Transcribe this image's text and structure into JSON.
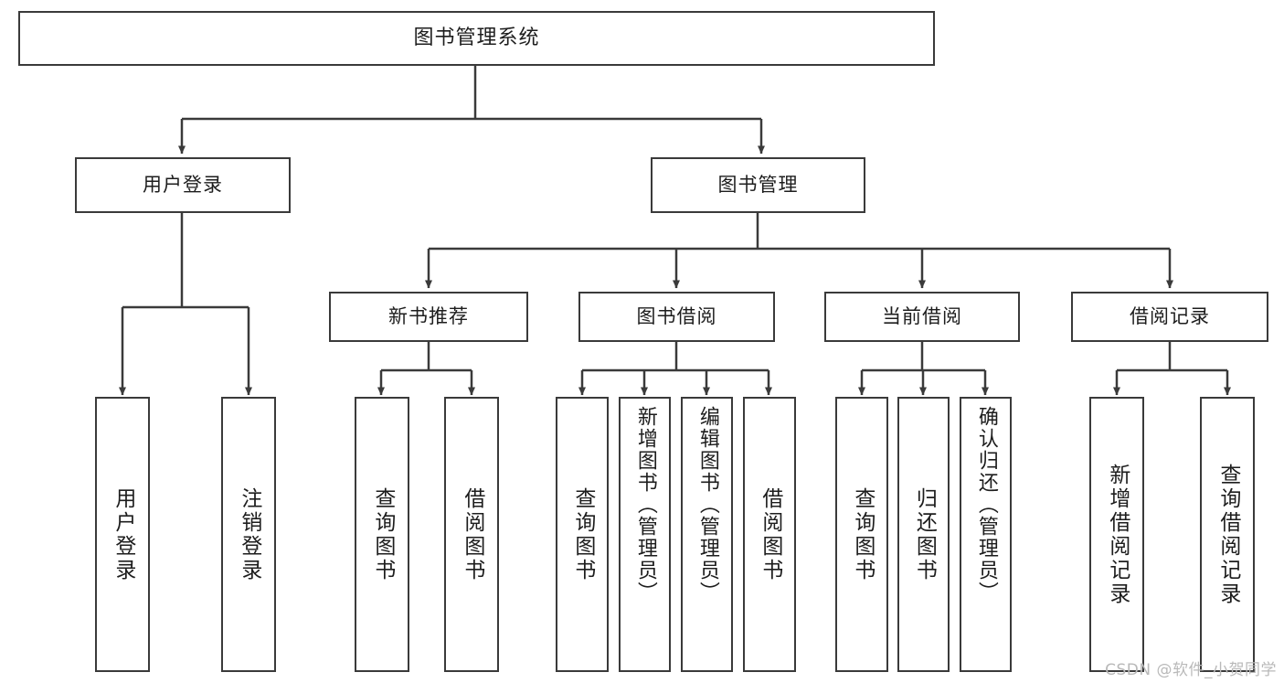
{
  "diagram": {
    "title": "图书管理系统",
    "watermark": "CSDN @软件_小贺同学",
    "style": {
      "border_color": "#3a3a3a",
      "background": "#ffffff",
      "text_color": "#1d1d1d",
      "watermark_color": "#b9b9b9"
    },
    "nodes": {
      "root": {
        "label": "图书管理系统"
      },
      "level1": [
        {
          "id": "user-login",
          "label": "用户登录"
        },
        {
          "id": "book-manage",
          "label": "图书管理"
        }
      ],
      "level2": [
        {
          "id": "new-book-recommend",
          "label": "新书推荐"
        },
        {
          "id": "book-borrow",
          "label": "图书借阅"
        },
        {
          "id": "current-borrow",
          "label": "当前借阅"
        },
        {
          "id": "borrow-record",
          "label": "借阅记录"
        }
      ],
      "leaves": {
        "user-login": [
          {
            "id": "leaf-user-login",
            "label": "用户登录"
          },
          {
            "id": "leaf-logout-login",
            "label": "注销登录"
          }
        ],
        "new-book-recommend": [
          {
            "id": "leaf-query-book-1",
            "label": "查询图书"
          },
          {
            "id": "leaf-borrow-book-1",
            "label": "借阅图书"
          }
        ],
        "book-borrow": [
          {
            "id": "leaf-query-book-2",
            "label": "查询图书"
          },
          {
            "id": "leaf-add-book-admin",
            "label": "新增图书（管理员）"
          },
          {
            "id": "leaf-edit-book-admin",
            "label": "编辑图书（管理员）"
          },
          {
            "id": "leaf-borrow-book-2",
            "label": "借阅图书"
          }
        ],
        "current-borrow": [
          {
            "id": "leaf-query-book-3",
            "label": "查询图书"
          },
          {
            "id": "leaf-return-book",
            "label": "归还图书"
          },
          {
            "id": "leaf-confirm-return-admin",
            "label": "确认归还（管理员）"
          }
        ],
        "borrow-record": [
          {
            "id": "leaf-add-borrow-record",
            "label": "新增借阅记录"
          },
          {
            "id": "leaf-query-borrow-record",
            "label": "查询借阅记录"
          }
        ]
      }
    }
  }
}
